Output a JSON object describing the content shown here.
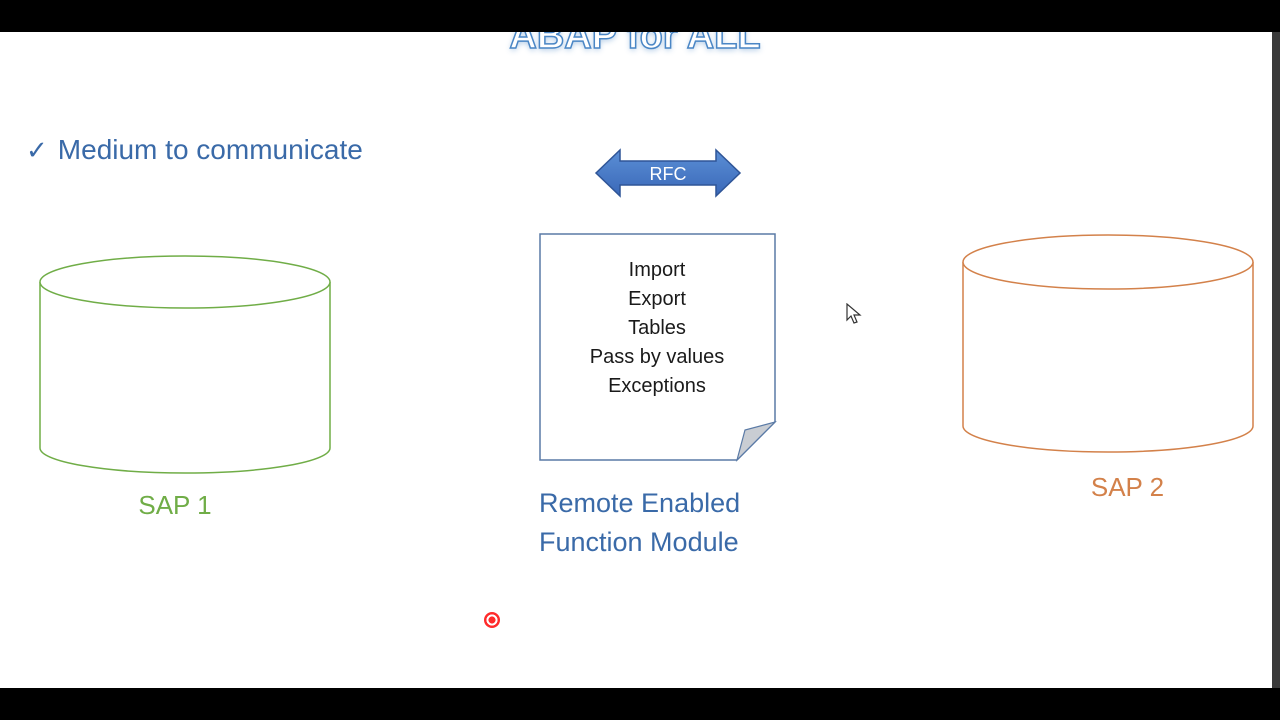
{
  "slide": {
    "title": "ABAP for ALL",
    "bullet": {
      "icon": "checkmark-icon",
      "text": "Medium to communicate"
    },
    "rfc_arrow": {
      "label": "RFC",
      "color": "#4472c4"
    },
    "note": {
      "lines": [
        "Import",
        "Export",
        "Tables",
        "Pass by values",
        "Exceptions"
      ],
      "border_color": "#5a7aa6"
    },
    "module_label": {
      "line1": "Remote Enabled",
      "line2": "Function Module"
    },
    "sap1": {
      "label": "SAP 1",
      "color": "#70ad47"
    },
    "sap2": {
      "label": "SAP 2",
      "color": "#d3814a"
    }
  },
  "overlays": {
    "cursor_icon": "mouse-pointer-icon",
    "laser_icon": "laser-pointer-icon"
  }
}
